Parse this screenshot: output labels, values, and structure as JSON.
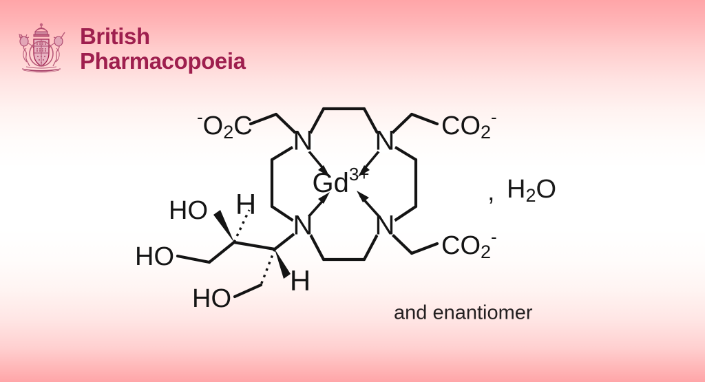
{
  "brand": {
    "crest_icon": "royal-coat-of-arms-icon",
    "line1": "British",
    "line2": "Pharmacopoeia",
    "color": "#9e1f4e"
  },
  "background": {
    "top_color": "#ffa5a8",
    "mid_color": "#ffffff",
    "bottom_color": "#ffa5a8"
  },
  "structure": {
    "metal": {
      "element": "Gd",
      "charge": "3+"
    },
    "labels": {
      "carboxylate_top_left_charge": "-",
      "carboxylate_top_left": "O",
      "carboxylate_top_left_sub": "2",
      "carboxylate_top_left_c": "C",
      "carboxylate_top_right": "CO",
      "carboxylate_top_right_sub": "2",
      "carboxylate_top_right_charge": "-",
      "carboxylate_bottom_right": "CO",
      "carboxylate_bottom_right_sub": "2",
      "carboxylate_bottom_right_charge": "-",
      "nitrogen": "N",
      "hydroxyl": "HO",
      "hydrogen": "H"
    },
    "nitrogens": [
      "N",
      "N",
      "N",
      "N"
    ],
    "hydroxyls": [
      "HO",
      "HO",
      "HO"
    ],
    "hydrogens": [
      "H",
      "H"
    ],
    "hydrate": {
      "separator": ",",
      "formula_h": "H",
      "formula_sub": "2",
      "formula_o": "O"
    },
    "note": "and enantiomer"
  }
}
